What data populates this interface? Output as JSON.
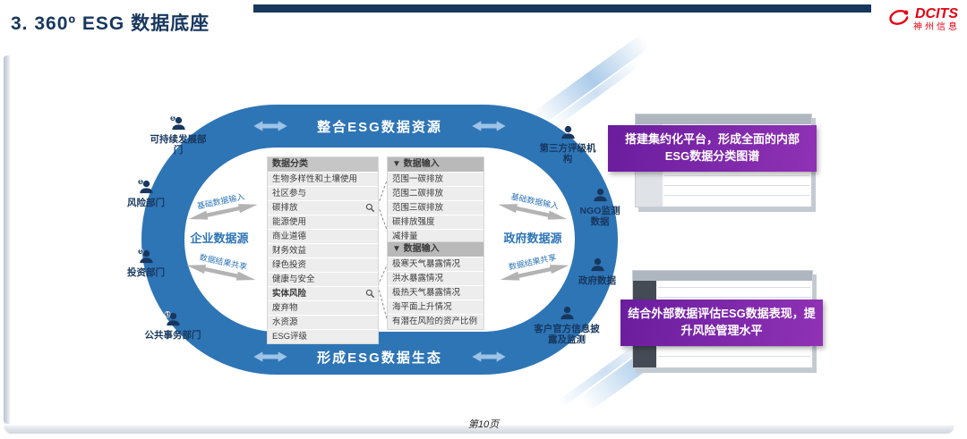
{
  "header": {
    "title": "3. 360º ESG 数据底座",
    "logo": {
      "brand": "DCITS",
      "name": "神州信息"
    }
  },
  "diagram": {
    "top_banner": "整合ESG数据资源",
    "bottom_banner": "形成ESG数据生态",
    "left_nodes": [
      "可持续发展部门",
      "风险部门",
      "投资部门",
      "公共事务部门"
    ],
    "right_nodes": [
      "第三方评级机构",
      "NGO监测数据",
      "政府数据",
      "客户官方信息披露及监测"
    ],
    "enterprise_source": {
      "label": "企业数据源",
      "arrow_top": "基础数据输入",
      "arrow_bottom": "数据结果共享"
    },
    "government_source": {
      "label": "政府数据源",
      "arrow_top": "基础数据输入",
      "arrow_bottom": "数据结果共享"
    },
    "category_table": {
      "header": "数据分类",
      "rows": [
        "生物多样性和土壤使用",
        "社区参与",
        "碳排放",
        "能源使用",
        "商业道德",
        "财务效益",
        "绿色投资",
        "健康与安全",
        "实体风险",
        "废弃物",
        "水资源",
        "ESG评级"
      ]
    },
    "input_table_1": {
      "header": "▼ 数据输入",
      "rows": [
        "范围一碳排放",
        "范围二碳排放",
        "范围三碳排放",
        "碳排放强度",
        "减排量"
      ]
    },
    "input_table_2": {
      "header": "▼ 数据输入",
      "rows": [
        "极寒天气暴露情况",
        "洪水暴露情况",
        "极热天气暴露情况",
        "海平面上升情况",
        "有潜在风险的资产比例"
      ]
    }
  },
  "callouts": [
    "搭建集约化平台，形成全面的内部ESG数据分类图谱",
    "结合外部数据评估ESG数据表现，提升风险管理水平"
  ],
  "footer": {
    "page": "第10页"
  },
  "icons": {
    "person": "user-silhouette",
    "magnifier": "search-magnifier",
    "double_arrow": "left-right-block-arrow",
    "triangle": "▼"
  },
  "colors": {
    "navy": "#17375e",
    "ring_blue": "#2e75b6",
    "light_blue": "#9dc3e6",
    "purple": "#7030a0",
    "logo_red": "#e60012",
    "table_gray": "#ededed"
  }
}
